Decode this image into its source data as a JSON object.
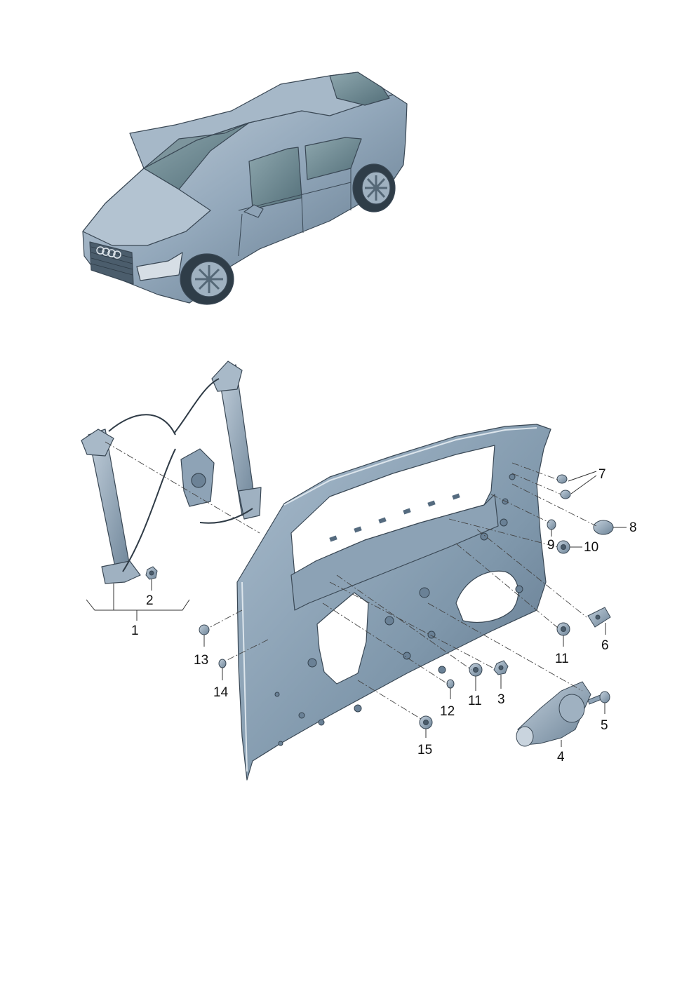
{
  "diagram": {
    "colors": {
      "body_light": "#b5c4d2",
      "body_mid": "#8aa0b4",
      "body_dark": "#5d7488",
      "glass": "#6f8a94",
      "line": "#3a4855",
      "background": "#ffffff"
    },
    "callouts": [
      {
        "id": "c1",
        "label": "1"
      },
      {
        "id": "c2",
        "label": "2"
      },
      {
        "id": "c3",
        "label": "3"
      },
      {
        "id": "c4",
        "label": "4"
      },
      {
        "id": "c5",
        "label": "5"
      },
      {
        "id": "c6",
        "label": "6"
      },
      {
        "id": "c7",
        "label": "7"
      },
      {
        "id": "c8",
        "label": "8"
      },
      {
        "id": "c9",
        "label": "9"
      },
      {
        "id": "c10",
        "label": "10"
      },
      {
        "id": "c11a",
        "label": "11"
      },
      {
        "id": "c11b",
        "label": "11"
      },
      {
        "id": "c12",
        "label": "12"
      },
      {
        "id": "c13",
        "label": "13"
      },
      {
        "id": "c14",
        "label": "14"
      },
      {
        "id": "c15",
        "label": "15"
      }
    ]
  }
}
